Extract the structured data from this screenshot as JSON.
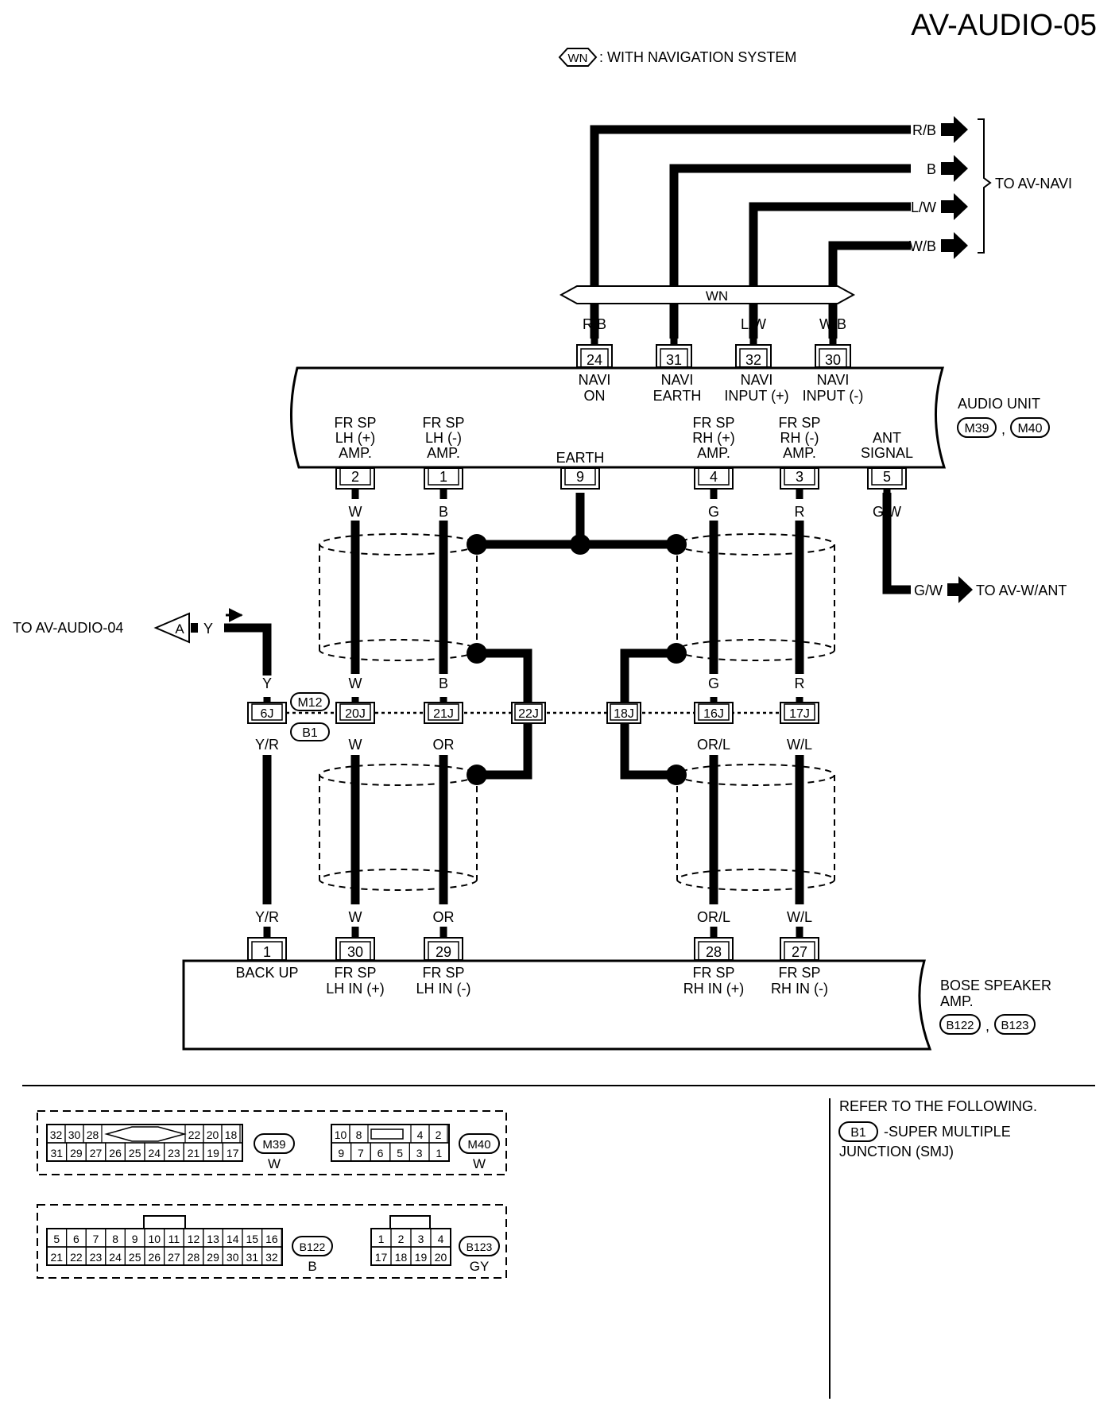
{
  "header": {
    "page_id": "AV-AUDIO-05",
    "legend_mark": "WN",
    "legend_text": ": WITH NAVIGATION SYSTEM"
  },
  "navi_bus": {
    "label": "WN",
    "destination": "TO AV-NAVI",
    "wires": [
      "R/B",
      "B",
      "L/W",
      "W/B"
    ]
  },
  "audio_unit": {
    "title": "AUDIO UNIT",
    "connectors": [
      "M39",
      "M40"
    ],
    "top_pins": [
      {
        "num": "24",
        "wire": "R/B",
        "l1": "NAVI",
        "l2": "ON"
      },
      {
        "num": "31",
        "wire": "B",
        "l1": "NAVI",
        "l2": "EARTH"
      },
      {
        "num": "32",
        "wire": "L/W",
        "l1": "NAVI",
        "l2": "INPUT (+)"
      },
      {
        "num": "30",
        "wire": "W/B",
        "l1": "NAVI",
        "l2": "INPUT (-)"
      }
    ],
    "bottom_pins": [
      {
        "num": "2",
        "wire": "W",
        "l1": "FR SP",
        "l2": "LH (+)",
        "l3": "AMP."
      },
      {
        "num": "1",
        "wire": "B",
        "l1": "FR SP",
        "l2": "LH (-)",
        "l3": "AMP."
      },
      {
        "num": "9",
        "wire": "",
        "l1": "EARTH",
        "l2": "",
        "l3": ""
      },
      {
        "num": "4",
        "wire": "G",
        "l1": "FR SP",
        "l2": "RH (+)",
        "l3": "AMP."
      },
      {
        "num": "3",
        "wire": "R",
        "l1": "FR SP",
        "l2": "RH (-)",
        "l3": "AMP."
      },
      {
        "num": "5",
        "wire": "G/W",
        "l1": "ANT",
        "l2": "SIGNAL",
        "l3": ""
      }
    ]
  },
  "ant_out": {
    "wire": "G/W",
    "destination": "TO AV-W/ANT"
  },
  "backup_in": {
    "source": "TO AV-AUDIO-04",
    "ref": "A",
    "wire": "Y"
  },
  "junction": {
    "connectors": [
      "M12",
      "B1"
    ],
    "pins": [
      {
        "num": "6J",
        "upper": "Y",
        "lower": "Y/R"
      },
      {
        "num": "20J",
        "upper": "W",
        "lower": "W"
      },
      {
        "num": "21J",
        "upper": "B",
        "lower": "OR"
      },
      {
        "num": "22J",
        "upper": "",
        "lower": ""
      },
      {
        "num": "18J",
        "upper": "",
        "lower": ""
      },
      {
        "num": "16J",
        "upper": "G",
        "lower": "OR/L"
      },
      {
        "num": "17J",
        "upper": "R",
        "lower": "W/L"
      }
    ]
  },
  "bose_amp": {
    "title_l1": "BOSE SPEAKER",
    "title_l2": "AMP.",
    "connectors": [
      "B122",
      "B123"
    ],
    "pins": [
      {
        "num": "1",
        "wire": "Y/R",
        "l1": "BACK UP",
        "l2": ""
      },
      {
        "num": "30",
        "wire": "W",
        "l1": "FR SP",
        "l2": "LH IN (+)"
      },
      {
        "num": "29",
        "wire": "OR",
        "l1": "FR SP",
        "l2": "LH IN (-)"
      },
      {
        "num": "28",
        "wire": "OR/L",
        "l1": "FR SP",
        "l2": "RH IN (+)"
      },
      {
        "num": "27",
        "wire": "W/L",
        "l1": "FR SP",
        "l2": "RH IN (-)"
      }
    ]
  },
  "connector_faces": {
    "m39": {
      "id": "M39",
      "color": "W",
      "top": [
        "32",
        "30",
        "28",
        "22",
        "20",
        "18"
      ],
      "bottom": [
        "31",
        "29",
        "27",
        "26",
        "25",
        "24",
        "23",
        "21",
        "19",
        "17"
      ]
    },
    "m40": {
      "id": "M40",
      "color": "W",
      "top": [
        "10",
        "8",
        "4",
        "2"
      ],
      "bottom": [
        "9",
        "7",
        "6",
        "5",
        "3",
        "1"
      ]
    },
    "b122": {
      "id": "B122",
      "color": "B",
      "top": [
        "5",
        "6",
        "7",
        "8",
        "9",
        "10",
        "11",
        "12",
        "13",
        "14",
        "15",
        "16"
      ],
      "bottom": [
        "21",
        "22",
        "23",
        "24",
        "25",
        "26",
        "27",
        "28",
        "29",
        "30",
        "31",
        "32"
      ]
    },
    "b123": {
      "id": "B123",
      "color": "GY",
      "top": [
        "1",
        "2",
        "3",
        "4"
      ],
      "bottom": [
        "17",
        "18",
        "19",
        "20"
      ]
    }
  },
  "refer": {
    "heading": "REFER TO THE FOLLOWING.",
    "mark": "B1",
    "text_l1": "-SUPER MULTIPLE",
    "text_l2": "JUNCTION (SMJ)"
  }
}
